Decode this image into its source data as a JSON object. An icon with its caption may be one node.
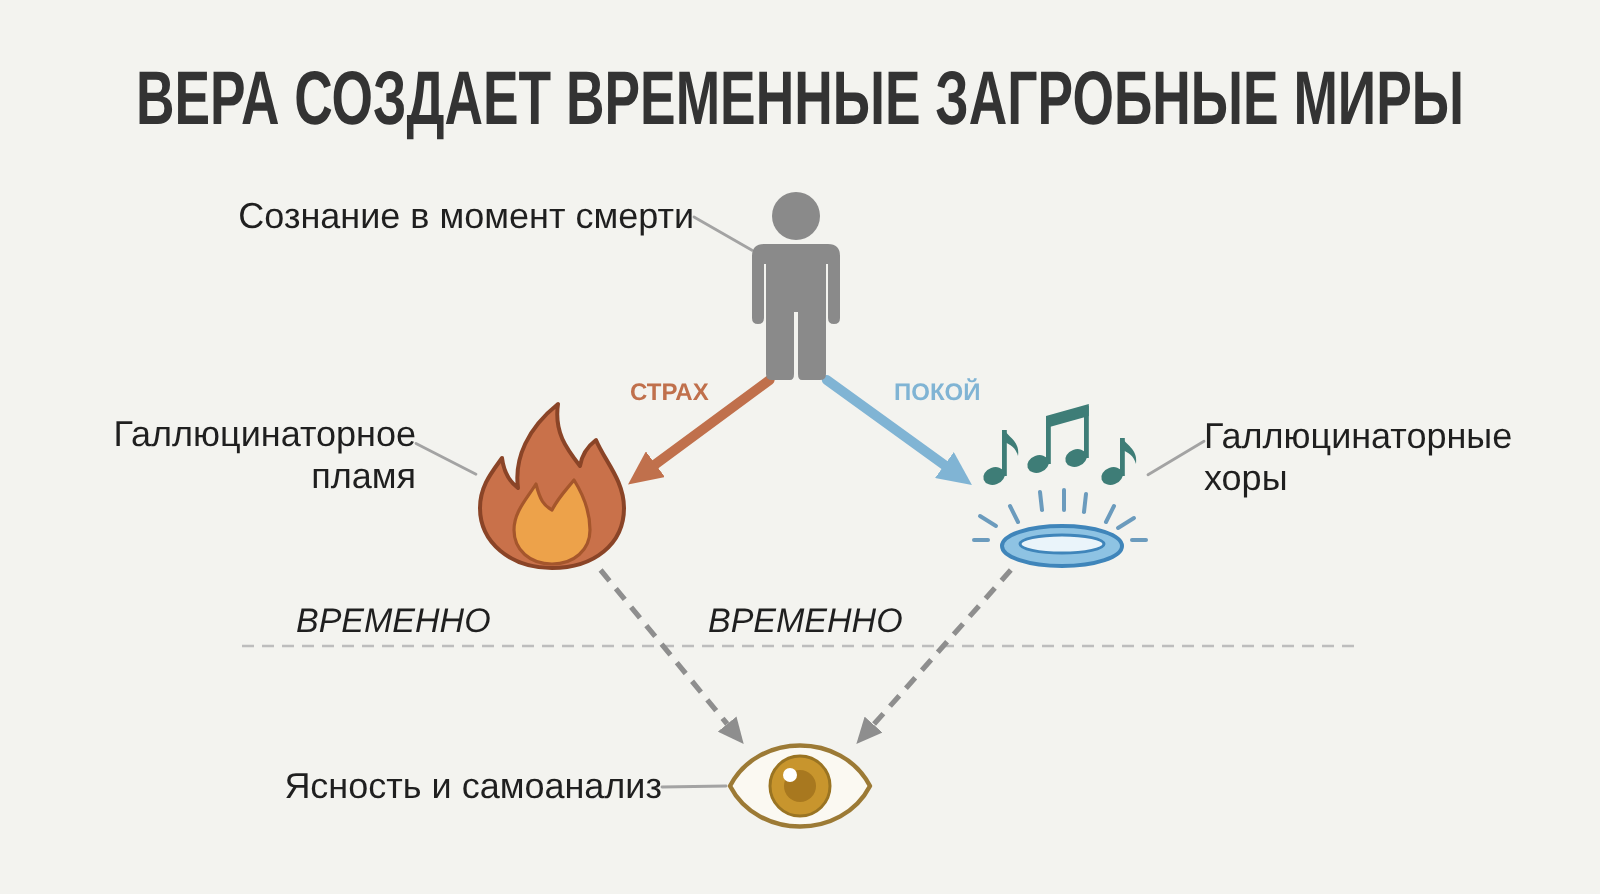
{
  "diagram": {
    "title": "ВЕРА СОЗДАЕТ ВРЕМЕННЫЕ ЗАГРОБНЫЕ МИРЫ",
    "nodes": [
      {
        "text": [
          "Сознание в момент смерти"
        ]
      },
      {
        "text": [],
        "shape": "person"
      },
      {
        "text": [
          "Галлюцинаторное пламя"
        ]
      },
      {
        "text": [],
        "shape": "picture"
      },
      {
        "text": [],
        "shape": "picture"
      },
      {
        "text": [
          "Галлюцинаторные хоры"
        ]
      },
      {
        "text": [
          "Ясность и самоанализ"
        ]
      },
      {
        "text": [],
        "shape": "picture"
      }
    ],
    "edges": [
      {
        "from": 0,
        "to": 1,
        "arrow": "none"
      },
      {
        "from": 1,
        "to": 3,
        "arrow": "to",
        "label": "СТРАХ",
        "style": "thick",
        "color": "#c0704c"
      },
      {
        "from": 1,
        "to": 4,
        "arrow": "to",
        "label": "ПОКОЙ",
        "style": "thick",
        "color": "#80b4d4"
      },
      {
        "from": 2,
        "to": 3,
        "arrow": "none"
      },
      {
        "from": 5,
        "to": 4,
        "arrow": "none"
      },
      {
        "from": 3,
        "to": 7,
        "arrow": "to",
        "style": "dashed"
      },
      {
        "from": 4,
        "to": 7,
        "arrow": "to",
        "style": "dashed"
      },
      {
        "from": 6,
        "to": 7,
        "arrow": "none"
      }
    ],
    "labels": [
      "ВРЕМЕННО",
      "ВРЕМЕННО"
    ]
  }
}
